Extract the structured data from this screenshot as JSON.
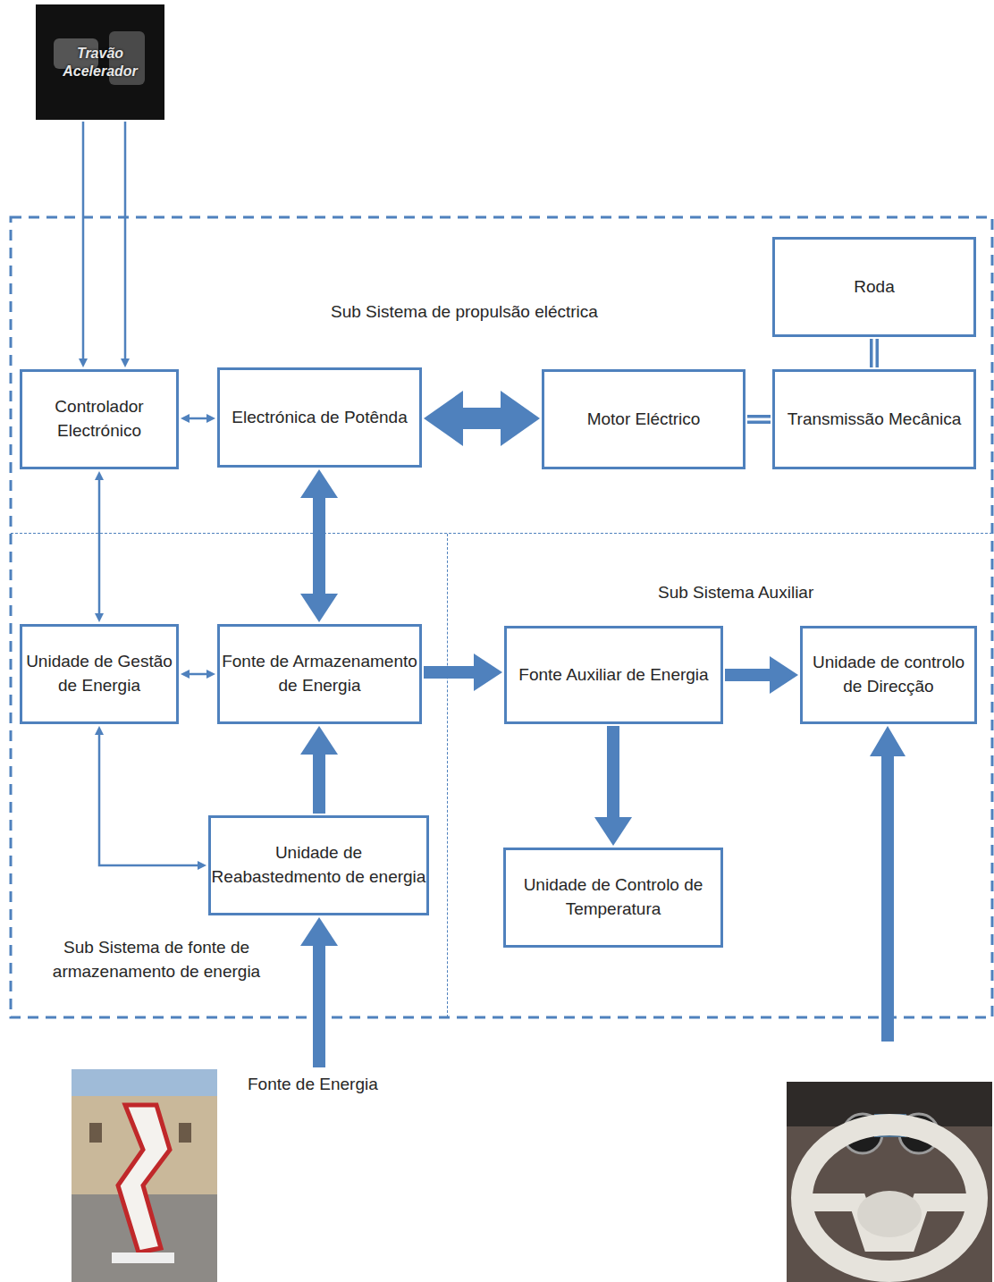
{
  "diagram": {
    "nodes": [
      {
        "text": [
          "Travão Acelerador"
        ]
      },
      {
        "text": [
          "Sub Sistema de propulsão eléctrica"
        ]
      },
      {
        "text": [
          "Roda"
        ],
        "in": 1
      },
      {
        "text": [
          "Controlador Electrónico"
        ],
        "in": 1
      },
      {
        "text": [
          "Electrónica de Potênda"
        ],
        "in": 1
      },
      {
        "text": [
          "Motor Eléctrico"
        ],
        "in": 1
      },
      {
        "text": [
          "Transmissão Mecânica"
        ],
        "in": 1
      },
      {
        "text": [
          "Sub Sistema de fonte de armazenamento de energia"
        ]
      },
      {
        "text": [
          "Unidade de Gestão de Energia"
        ],
        "in": 7
      },
      {
        "text": [
          "Fonte de Armazenamento de Energia"
        ],
        "in": 7
      },
      {
        "text": [
          "Unidade de Reabastedmento de energia"
        ],
        "in": 7
      },
      {
        "text": [
          "Sub Sistema Auxiliar"
        ]
      },
      {
        "text": [
          "Fonte Auxiliar de Energia"
        ],
        "in": 11
      },
      {
        "text": [
          "Unidade de controlo de Direcção"
        ],
        "in": 11
      },
      {
        "text": [
          "Unidade de Controlo de Temperatura"
        ],
        "in": 11
      },
      {
        "text": [
          "Fonte de Energia"
        ]
      }
    ],
    "edges": [
      {
        "from": 0,
        "to": 3,
        "arrow": "to"
      },
      {
        "from": 0,
        "to": 3,
        "arrow": "to"
      },
      {
        "from": 3,
        "to": 4,
        "arrow": "both"
      },
      {
        "from": 4,
        "to": 5,
        "arrow": "both"
      },
      {
        "from": 5,
        "to": 6,
        "arrow": "none"
      },
      {
        "from": 6,
        "to": 2,
        "arrow": "none"
      },
      {
        "from": 3,
        "to": 8,
        "arrow": "both"
      },
      {
        "from": 4,
        "to": 9,
        "arrow": "both"
      },
      {
        "from": 8,
        "to": 9,
        "arrow": "both"
      },
      {
        "from": 8,
        "to": 10,
        "arrow": "both"
      },
      {
        "from": 10,
        "to": 9,
        "arrow": "to"
      },
      {
        "from": 9,
        "to": 12,
        "arrow": "to"
      },
      {
        "from": 12,
        "to": 13,
        "arrow": "to"
      },
      {
        "from": 12,
        "to": 14,
        "arrow": "to"
      },
      {
        "from": 15,
        "to": 10,
        "arrow": "to"
      }
    ]
  }
}
